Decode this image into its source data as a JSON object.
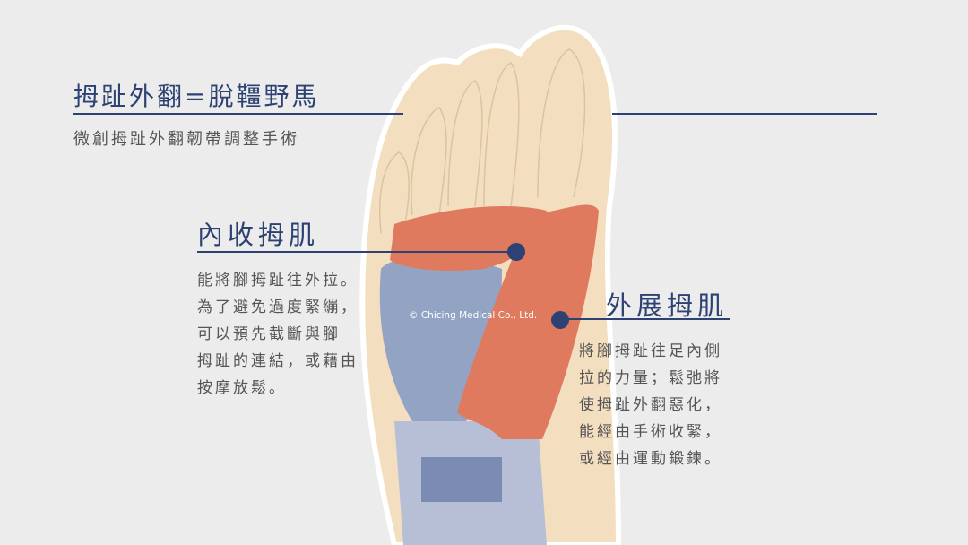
{
  "header": {
    "title": "拇趾外翻=脫韁野馬",
    "subtitle": "微創拇趾外翻韌帶調整手術"
  },
  "adductor": {
    "label": "內收拇肌",
    "lines": [
      "能將腳拇趾往外拉。",
      "為了避免過度緊繃，",
      "可以預先截斷與腳",
      "拇趾的連結，或藉由",
      "按摩放鬆。"
    ]
  },
  "abductor": {
    "label": "外展拇肌",
    "lines": [
      "將腳拇趾往足內側",
      "拉的力量；鬆弛將",
      "使拇趾外翻惡化，",
      "能經由手術收緊，",
      "或經由運動鍛鍊。"
    ]
  },
  "watermark": "© Chicing Medical Co., Ltd.",
  "colors": {
    "accent": "#2d4272",
    "muscle_red": "#e07a5f",
    "muscle_blue": "#93a3c4",
    "skin": "#f3dfc0"
  }
}
